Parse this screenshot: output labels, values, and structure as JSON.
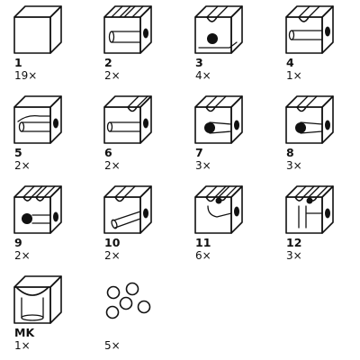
{
  "parts": [
    {
      "id": "1",
      "label": "1",
      "quantity": "19×",
      "kind": "solid"
    },
    {
      "id": "2",
      "label": "2",
      "quantity": "2×",
      "kind": "straight-tube"
    },
    {
      "id": "3",
      "label": "3",
      "quantity": "4×",
      "kind": "vertical-drop-exit-front"
    },
    {
      "id": "4",
      "label": "4",
      "quantity": "1×",
      "kind": "t-junction"
    },
    {
      "id": "5",
      "label": "5",
      "quantity": "2×",
      "kind": "curve"
    },
    {
      "id": "6",
      "label": "6",
      "quantity": "2×",
      "kind": "curve-reverse"
    },
    {
      "id": "7",
      "label": "7",
      "quantity": "3×",
      "kind": "drop-to-front-and-side"
    },
    {
      "id": "8",
      "label": "8",
      "quantity": "3×",
      "kind": "drop-to-front-and-side"
    },
    {
      "id": "9",
      "label": "9",
      "quantity": "2×",
      "kind": "crossing"
    },
    {
      "id": "10",
      "label": "10",
      "quantity": "2×",
      "kind": "diagonal-tube"
    },
    {
      "id": "11",
      "label": "11",
      "quantity": "6×",
      "kind": "open-channel-curve"
    },
    {
      "id": "12",
      "label": "12",
      "quantity": "3×",
      "kind": "double-channel"
    },
    {
      "id": "MK",
      "label": "MK",
      "quantity": "1×",
      "kind": "funnel-cup"
    },
    {
      "id": "balls",
      "label": "",
      "quantity": "5×",
      "kind": "marbles"
    }
  ],
  "marble_count_shown": 5,
  "colors": {
    "ink": "#111111",
    "background": "#ffffff"
  }
}
